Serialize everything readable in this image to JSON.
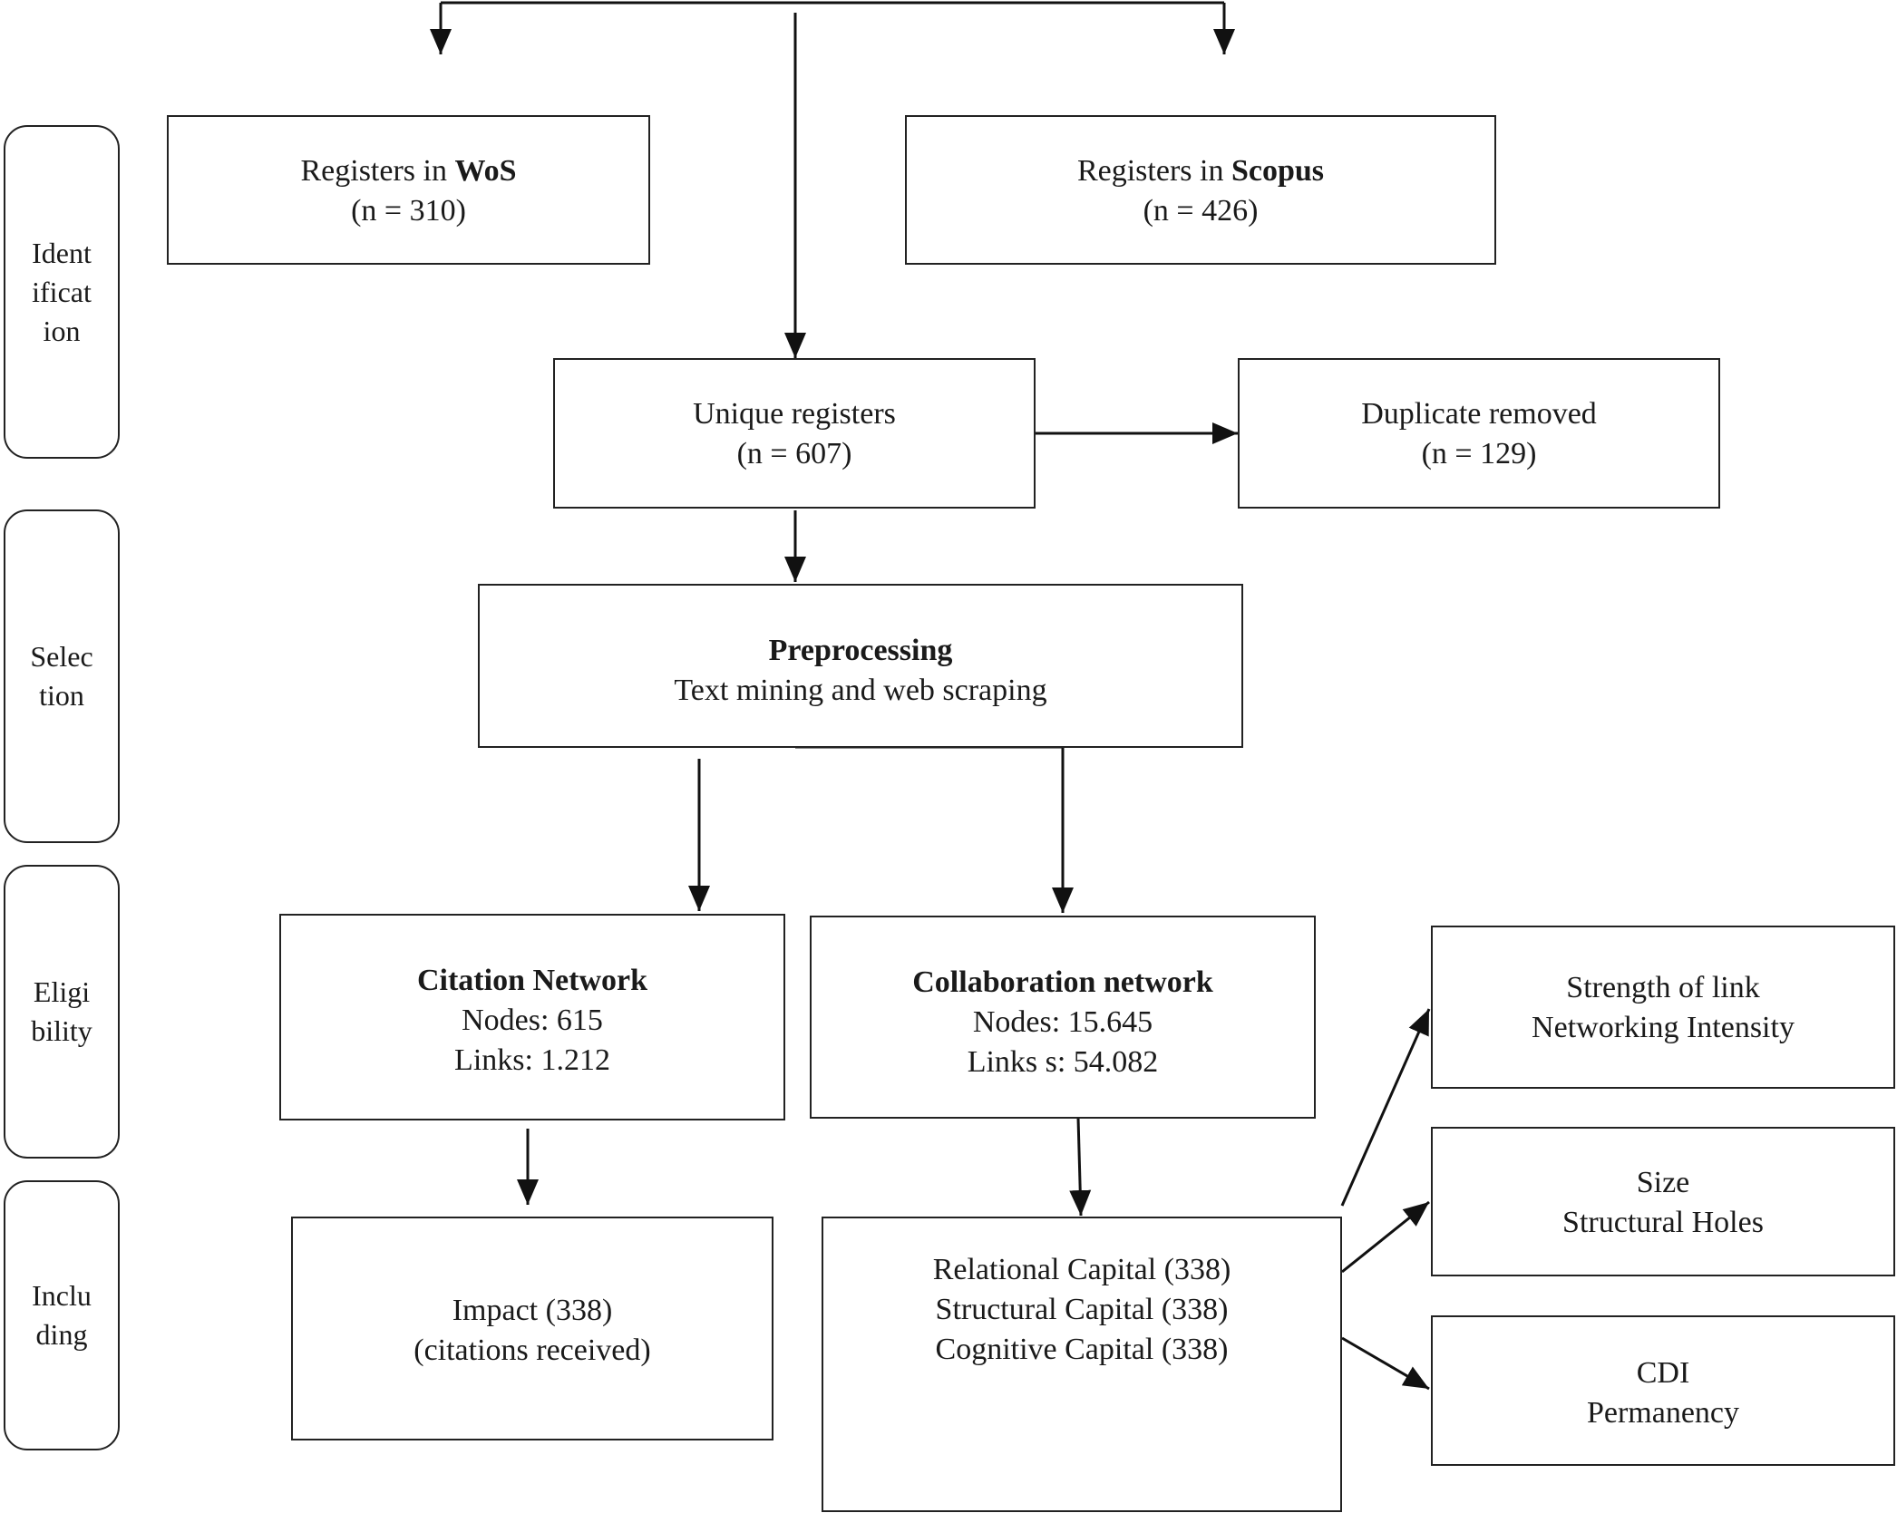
{
  "phases": {
    "identification": "Identification",
    "selection": "Selection",
    "eligibility": "Eligibility",
    "including": "Including"
  },
  "wos": {
    "prefix": "Registers in ",
    "source": "WoS",
    "count": "(n = 310)"
  },
  "scopus": {
    "prefix": "Registers in ",
    "source": "Scopus",
    "count": "(n = 426)"
  },
  "unique": {
    "label": "Unique registers",
    "count": "(n = 607)"
  },
  "duplicate": {
    "label": "Duplicate removed",
    "count": "(n = 129)"
  },
  "preprocessing": {
    "title": "Preprocessing",
    "subtitle": "Text mining and web scraping"
  },
  "citation_network": {
    "title": "Citation Network",
    "nodes": "Nodes: 615",
    "links": "Links: 1.212"
  },
  "collaboration_network": {
    "title": "Collaboration network",
    "nodes": "Nodes: 15.645",
    "links": "Links s: 54.082"
  },
  "impact": {
    "line1": "Impact (338)",
    "line2": "(citations received)"
  },
  "capitals": {
    "relational": "Relational Capital (338)",
    "structural": "Structural Capital (338)",
    "cognitive": "Cognitive Capital (338)"
  },
  "strength": {
    "line1": "Strength of link",
    "line2": "Networking Intensity"
  },
  "size": {
    "line1": "Size",
    "line2": "Structural Holes"
  },
  "cdi": {
    "line1": "CDI",
    "line2": "Permanency"
  }
}
